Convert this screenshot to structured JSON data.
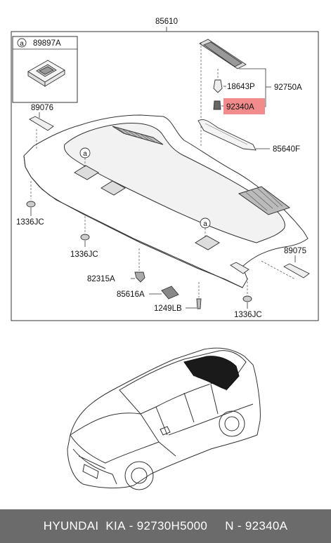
{
  "labels": {
    "assembly": "85610",
    "inset_marker": "a",
    "inset_part": "89897A",
    "bracket_left": "89076",
    "clip_18643p": "18643P",
    "assembly_92750a": "92750A",
    "highlight_part": "92340A",
    "lamp_cover": "85640F",
    "fastener_left": "1336JC",
    "fastener_mid": "1336JC",
    "fastener_right": "1336JC",
    "bracket_right": "89075",
    "clip_82315a": "82315A",
    "pad_85616a": "85616A",
    "bolt_1249lb": "1249LB",
    "marker_center_left": "a",
    "marker_center_right": "a"
  },
  "footer": {
    "brand": "HYUNDAI  KIA",
    "part_number": "92730H5000",
    "ref_number": "N - 92340A"
  },
  "colors": {
    "highlight": "#f28b8b",
    "footer_bg": "#6b6b6b",
    "line": "#222222"
  }
}
